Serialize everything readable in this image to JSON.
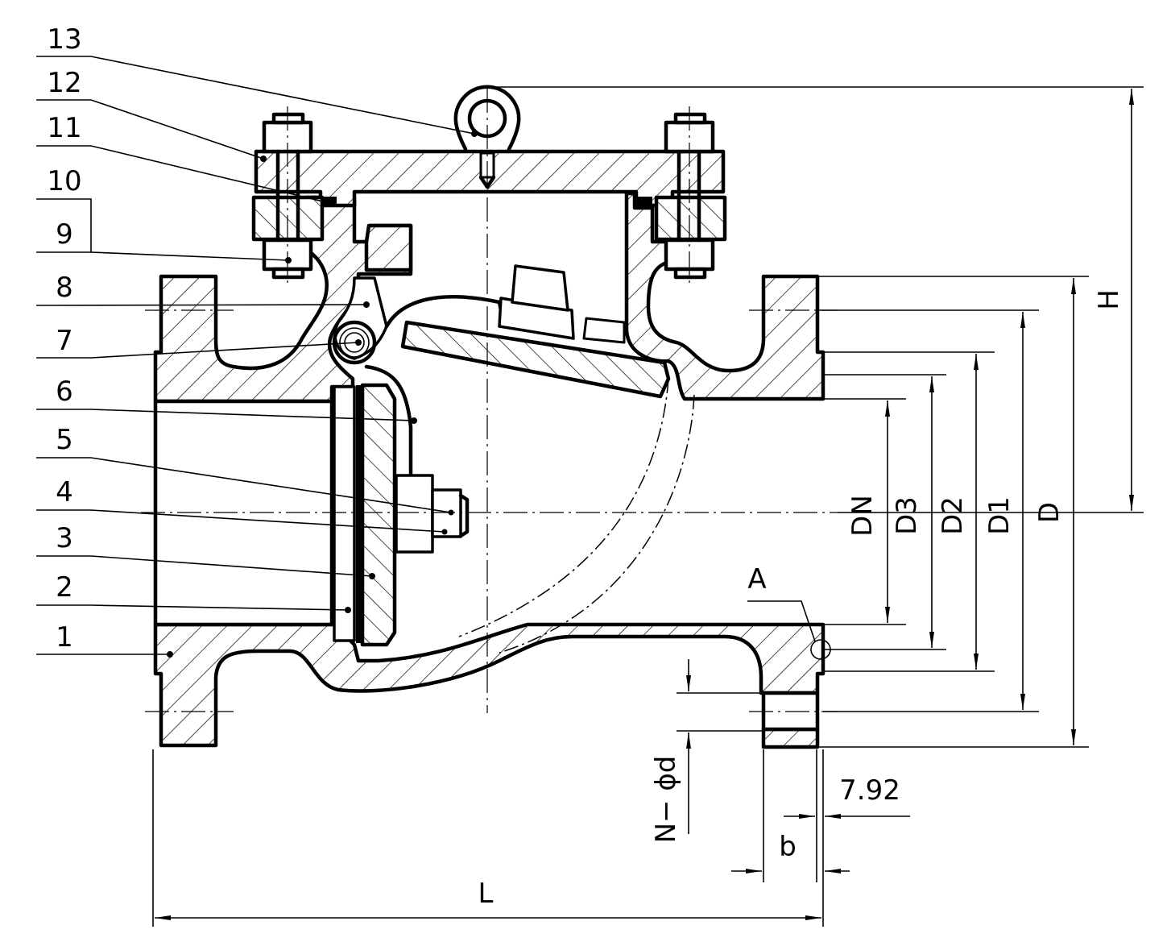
{
  "title": "Swing check valve — sectional drawing",
  "parts": [
    {
      "no": "1"
    },
    {
      "no": "2"
    },
    {
      "no": "3"
    },
    {
      "no": "4"
    },
    {
      "no": "5"
    },
    {
      "no": "6"
    },
    {
      "no": "7"
    },
    {
      "no": "8"
    },
    {
      "no": "9"
    },
    {
      "no": "10"
    },
    {
      "no": "11"
    },
    {
      "no": "12"
    },
    {
      "no": "13"
    }
  ],
  "dimensions": {
    "H": "H",
    "D": "D",
    "D1": "D1",
    "D2": "D2",
    "D3": "D3",
    "DN": "DN",
    "L": "L",
    "b": "b",
    "bolt_holes": "N− ϕd",
    "raised_face": "7.92",
    "detail": "A"
  },
  "colors": {
    "line": "#000000",
    "background": "#ffffff"
  }
}
